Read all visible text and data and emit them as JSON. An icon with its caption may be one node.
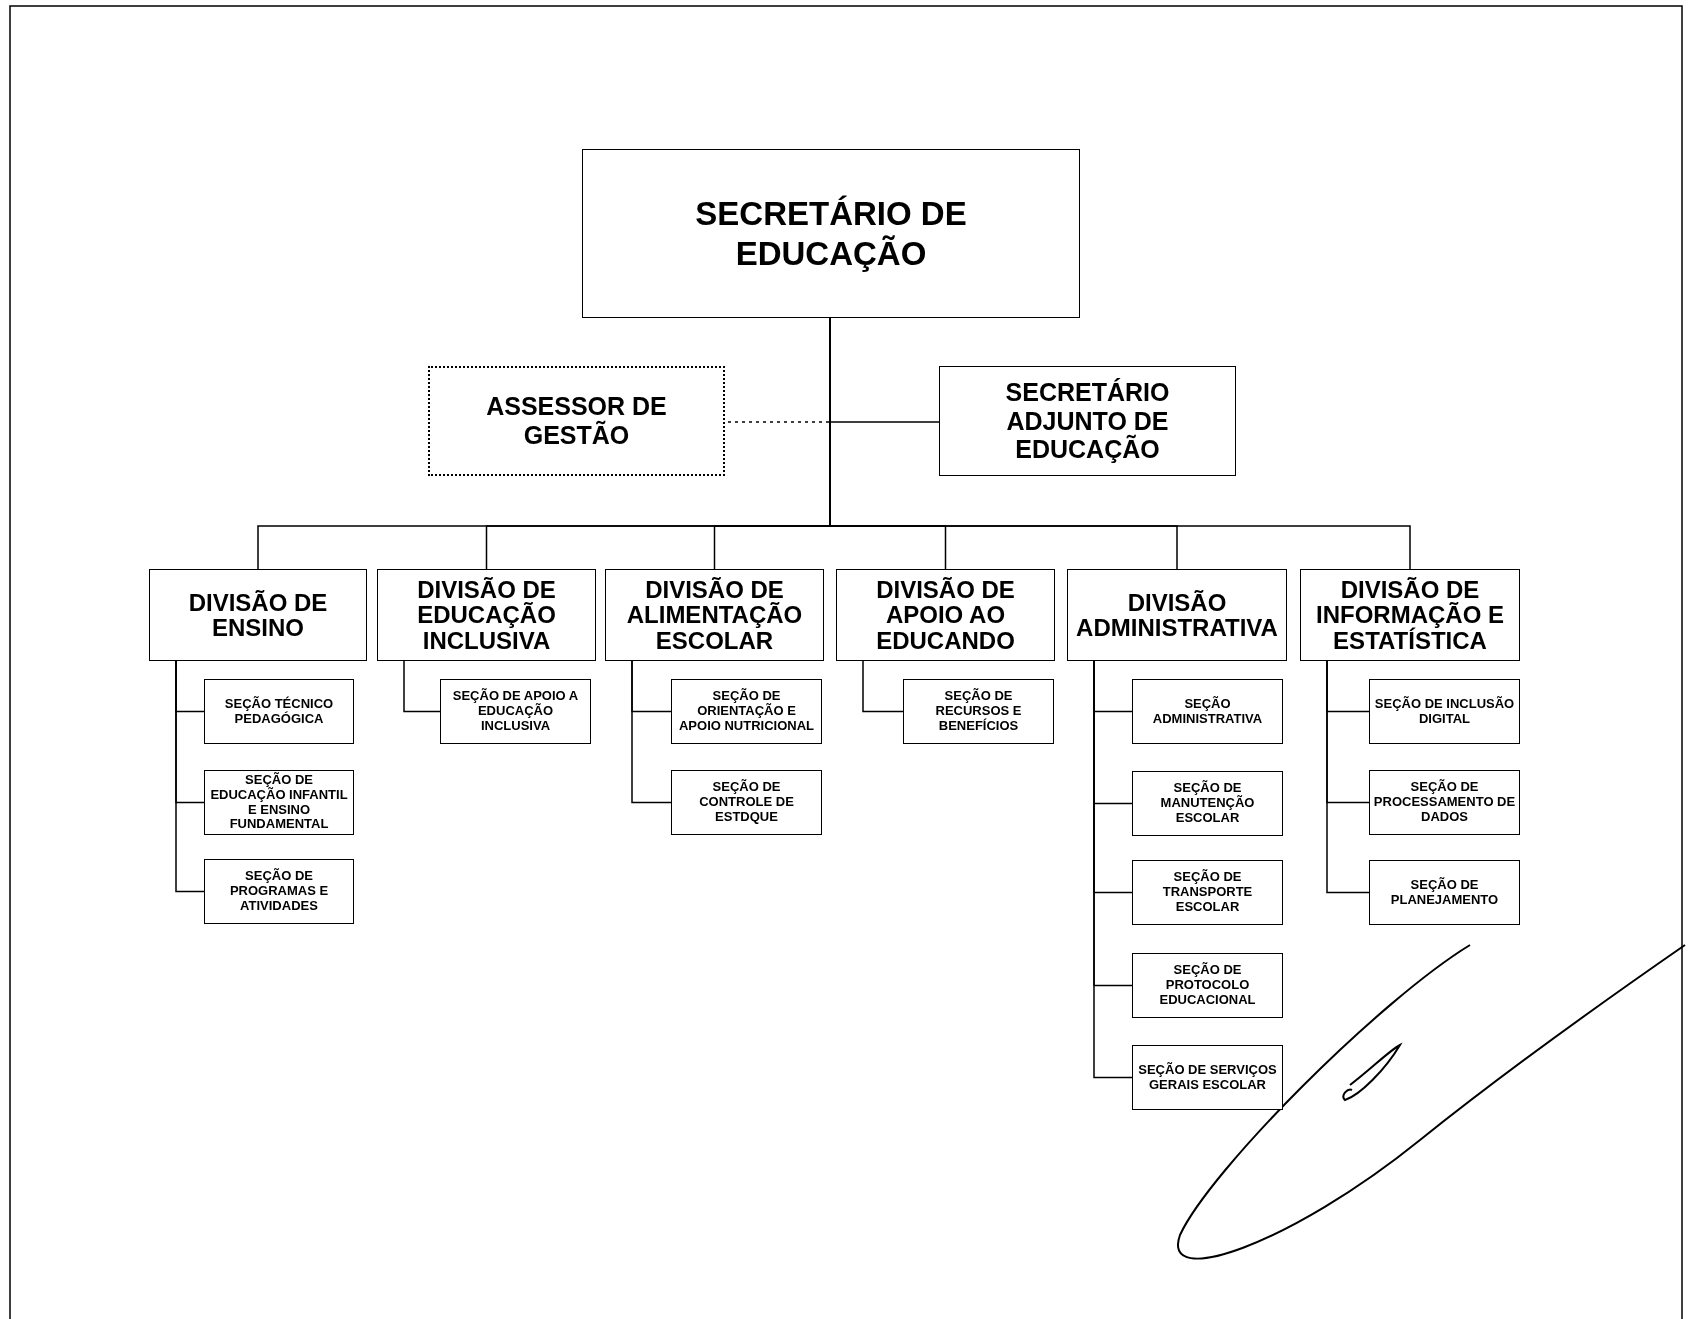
{
  "diagram": {
    "nodes": [
      {
        "text": [
          "SECRETÁRIO DE EDUCAÇÃO"
        ]
      },
      {
        "text": [
          "ASSESSOR DE GESTÃO"
        ]
      },
      {
        "text": [
          "SECRETÁRIO ADJUNTO DE EDUCAÇÃO"
        ]
      },
      {
        "text": [
          "DIVISÃO DE ENSINO"
        ]
      },
      {
        "text": [
          "DIVISÃO DE EDUCAÇÃO INCLUSIVA"
        ]
      },
      {
        "text": [
          "DIVISÃO DE ALIMENTAÇÃO ESCOLAR"
        ]
      },
      {
        "text": [
          "DIVISÃO DE APOIO AO EDUCANDO"
        ]
      },
      {
        "text": [
          "DIVISÃO ADMINISTRATIVA"
        ]
      },
      {
        "text": [
          "DIVISÃO DE INFORMAÇÃO E ESTATÍSTICA"
        ]
      },
      {
        "text": [
          "SEÇÃO TÉCNICO PEDAGÓGICA"
        ]
      },
      {
        "text": [
          "SEÇÃO DE EDUCAÇÃO INFANTIL E ENSINO FUNDAMENTAL"
        ]
      },
      {
        "text": [
          "SEÇÃO DE PROGRAMAS E ATIVIDADES"
        ]
      },
      {
        "text": [
          "SEÇÃO DE APOIO A EDUCAÇÃO INCLUSIVA"
        ]
      },
      {
        "text": [
          "SEÇÃO DE ORIENTAÇÃO E APOIO NUTRICIONAL"
        ]
      },
      {
        "text": [
          "SEÇÃO DE CONTROLE DE ESTDQUE"
        ]
      },
      {
        "text": [
          "SEÇÃO DE RECURSOS E BENEFÍCIOS"
        ]
      },
      {
        "text": [
          "SEÇÃO ADMINISTRATIVA"
        ]
      },
      {
        "text": [
          "SEÇÃO DE MANUTENÇÃO ESCOLAR"
        ]
      },
      {
        "text": [
          "SEÇÃO DE TRANSPORTE ESCOLAR"
        ]
      },
      {
        "text": [
          "SEÇÃO DE PROTOCOLO EDUCACIONAL"
        ]
      },
      {
        "text": [
          "SEÇÃO DE SERVIÇOS GERAIS ESCOLAR"
        ]
      },
      {
        "text": [
          "SEÇÃO DE INCLUSÃO DIGITAL"
        ]
      },
      {
        "text": [
          "SEÇÃO DE PROCESSAMENTO DE DADOS"
        ]
      },
      {
        "text": [
          "SEÇÃO DE PLANEJAMENTO"
        ]
      }
    ],
    "edges": [
      {
        "from": 0,
        "to": 1,
        "arrow": "none",
        "style": "dashed"
      },
      {
        "from": 0,
        "to": 2,
        "arrow": "none"
      },
      {
        "from": 0,
        "to": 3,
        "arrow": "none"
      },
      {
        "from": 0,
        "to": 4,
        "arrow": "none"
      },
      {
        "from": 0,
        "to": 5,
        "arrow": "none"
      },
      {
        "from": 0,
        "to": 6,
        "arrow": "none"
      },
      {
        "from": 0,
        "to": 7,
        "arrow": "none"
      },
      {
        "from": 0,
        "to": 8,
        "arrow": "none"
      },
      {
        "from": 3,
        "to": 9,
        "arrow": "none"
      },
      {
        "from": 3,
        "to": 10,
        "arrow": "none"
      },
      {
        "from": 3,
        "to": 11,
        "arrow": "none"
      },
      {
        "from": 4,
        "to": 12,
        "arrow": "none"
      },
      {
        "from": 5,
        "to": 13,
        "arrow": "none"
      },
      {
        "from": 5,
        "to": 14,
        "arrow": "none"
      },
      {
        "from": 6,
        "to": 15,
        "arrow": "none"
      },
      {
        "from": 7,
        "to": 16,
        "arrow": "none"
      },
      {
        "from": 7,
        "to": 17,
        "arrow": "none"
      },
      {
        "from": 7,
        "to": 18,
        "arrow": "none"
      },
      {
        "from": 7,
        "to": 19,
        "arrow": "none"
      },
      {
        "from": 7,
        "to": 20,
        "arrow": "none"
      },
      {
        "from": 8,
        "to": 21,
        "arrow": "none"
      },
      {
        "from": 8,
        "to": 22,
        "arrow": "none"
      },
      {
        "from": 8,
        "to": 23,
        "arrow": "none"
      }
    ]
  }
}
